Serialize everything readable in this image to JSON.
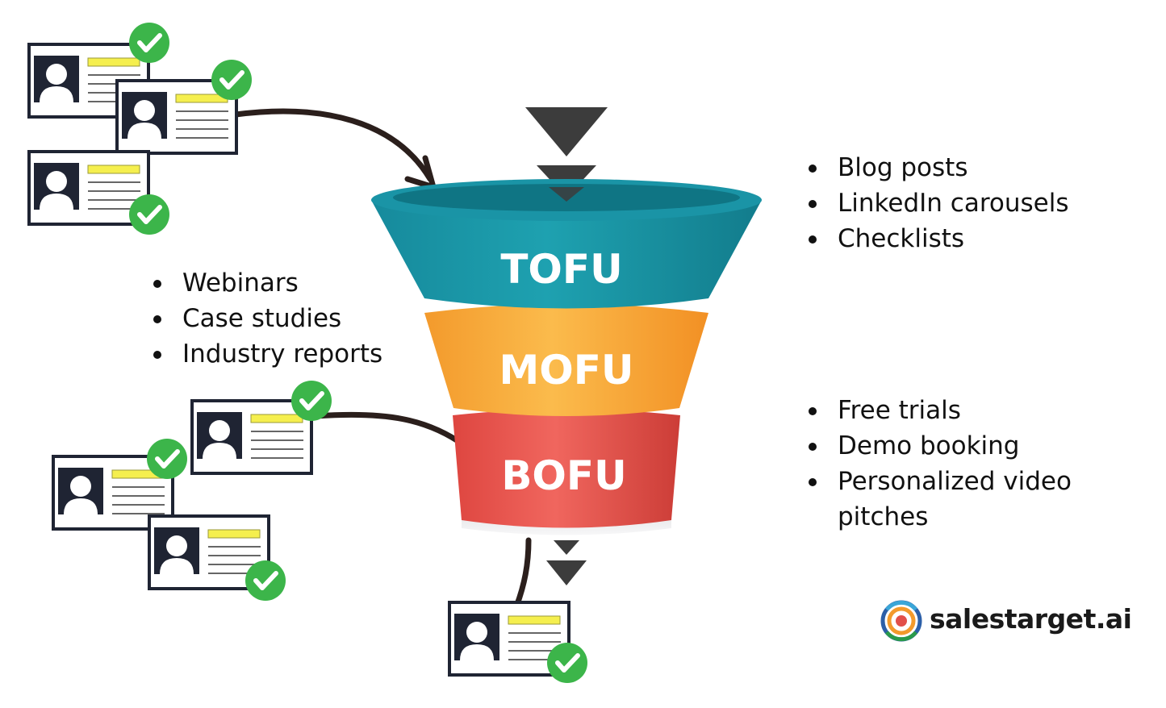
{
  "funnel": {
    "stages": [
      {
        "label": "TOFU",
        "color": "#1a8fa0"
      },
      {
        "label": "MOFU",
        "color": "#f6a93b"
      },
      {
        "label": "BOFU",
        "color": "#e2504a"
      }
    ]
  },
  "lists": {
    "tofu": [
      "Blog posts",
      "LinkedIn carousels",
      "Checklists"
    ],
    "mofu": [
      "Webinars",
      "Case studies",
      "Industry reports"
    ],
    "bofu": [
      "Free trials",
      "Demo booking",
      "Personalized video pitches"
    ]
  },
  "brand": {
    "name": "salestarget.ai"
  },
  "colors": {
    "check_green": "#3cb54a",
    "card_border": "#1f2433",
    "highlight_yellow": "#f5ef4e",
    "arrow": "#2b1f1c",
    "triangle": "#3c3c3c"
  }
}
